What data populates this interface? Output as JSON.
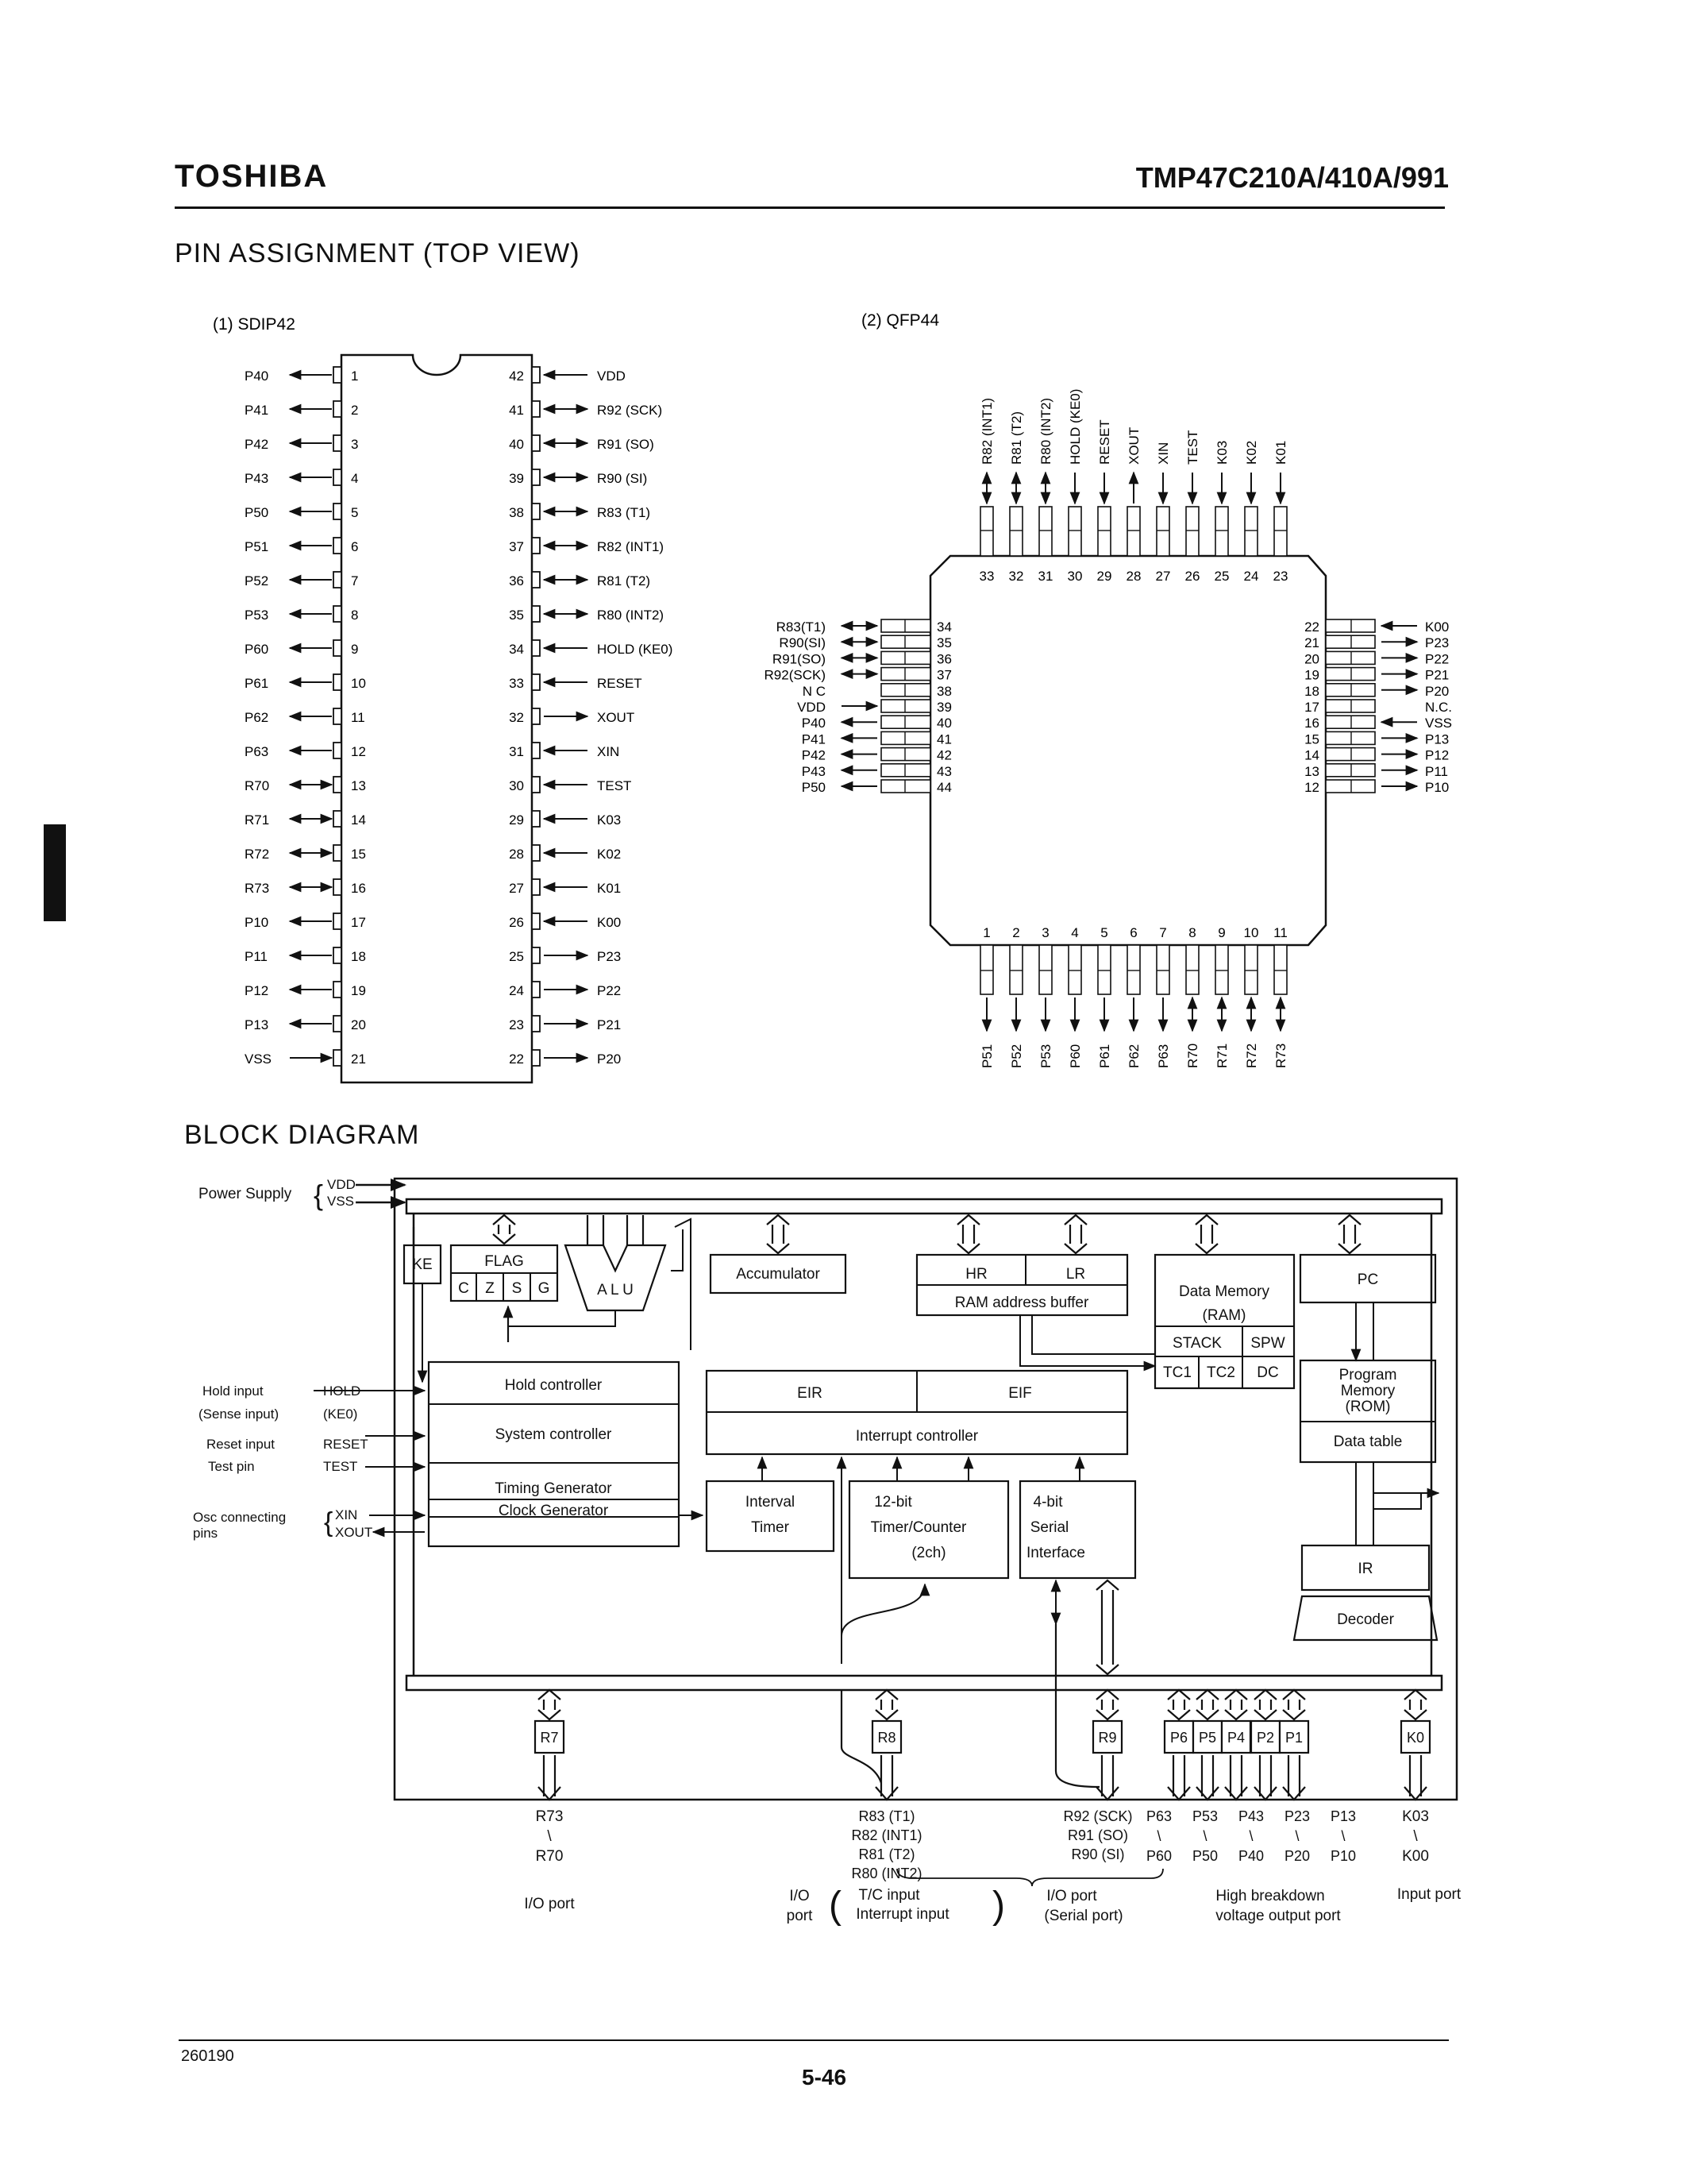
{
  "header": {
    "brand": "TOSHIBA",
    "part_number": "TMP47C210A/410A/991"
  },
  "sections": {
    "pin_assignment": "PIN ASSIGNMENT (TOP VIEW)",
    "block_diagram": "BLOCK DIAGRAM"
  },
  "sdip": {
    "caption": "(1) SDIP42",
    "left": [
      {
        "n": "1",
        "name": "P40",
        "dir": "out"
      },
      {
        "n": "2",
        "name": "P41",
        "dir": "out"
      },
      {
        "n": "3",
        "name": "P42",
        "dir": "out"
      },
      {
        "n": "4",
        "name": "P43",
        "dir": "out"
      },
      {
        "n": "5",
        "name": "P50",
        "dir": "out"
      },
      {
        "n": "6",
        "name": "P51",
        "dir": "out"
      },
      {
        "n": "7",
        "name": "P52",
        "dir": "out"
      },
      {
        "n": "8",
        "name": "P53",
        "dir": "out"
      },
      {
        "n": "9",
        "name": "P60",
        "dir": "out"
      },
      {
        "n": "10",
        "name": "P61",
        "dir": "out"
      },
      {
        "n": "11",
        "name": "P62",
        "dir": "out"
      },
      {
        "n": "12",
        "name": "P63",
        "dir": "out"
      },
      {
        "n": "13",
        "name": "R70",
        "dir": "bi"
      },
      {
        "n": "14",
        "name": "R71",
        "dir": "bi"
      },
      {
        "n": "15",
        "name": "R72",
        "dir": "bi"
      },
      {
        "n": "16",
        "name": "R73",
        "dir": "bi"
      },
      {
        "n": "17",
        "name": "P10",
        "dir": "out"
      },
      {
        "n": "18",
        "name": "P11",
        "dir": "out"
      },
      {
        "n": "19",
        "name": "P12",
        "dir": "out"
      },
      {
        "n": "20",
        "name": "P13",
        "dir": "out"
      },
      {
        "n": "21",
        "name": "VSS",
        "dir": "in"
      }
    ],
    "right": [
      {
        "n": "42",
        "name": "VDD",
        "dir": "in"
      },
      {
        "n": "41",
        "name": "R92 (SCK)",
        "dir": "bi"
      },
      {
        "n": "40",
        "name": "R91 (SO)",
        "dir": "bi"
      },
      {
        "n": "39",
        "name": "R90 (SI)",
        "dir": "bi"
      },
      {
        "n": "38",
        "name": "R83 (T1)",
        "dir": "bi"
      },
      {
        "n": "37",
        "name": "R82 (INT1)",
        "dir": "bi"
      },
      {
        "n": "36",
        "name": "R81 (T2)",
        "dir": "bi"
      },
      {
        "n": "35",
        "name": "R80 (INT2)",
        "dir": "bi"
      },
      {
        "n": "34",
        "name": "HOLD (KE0)",
        "dir": "in"
      },
      {
        "n": "33",
        "name": "RESET",
        "dir": "in"
      },
      {
        "n": "32",
        "name": "XOUT",
        "dir": "out"
      },
      {
        "n": "31",
        "name": "XIN",
        "dir": "in"
      },
      {
        "n": "30",
        "name": "TEST",
        "dir": "in"
      },
      {
        "n": "29",
        "name": "K03",
        "dir": "in"
      },
      {
        "n": "28",
        "name": "K02",
        "dir": "in"
      },
      {
        "n": "27",
        "name": "K01",
        "dir": "in"
      },
      {
        "n": "26",
        "name": "K00",
        "dir": "in"
      },
      {
        "n": "25",
        "name": "P23",
        "dir": "out"
      },
      {
        "n": "24",
        "name": "P22",
        "dir": "out"
      },
      {
        "n": "23",
        "name": "P21",
        "dir": "out"
      },
      {
        "n": "22",
        "name": "P20",
        "dir": "out"
      }
    ]
  },
  "qfp": {
    "caption": "(2) QFP44",
    "left": [
      {
        "n": "34",
        "name": "R83(T1)",
        "dir": "bi"
      },
      {
        "n": "35",
        "name": "R90(SI)",
        "dir": "bi"
      },
      {
        "n": "36",
        "name": "R91(SO)",
        "dir": "bi"
      },
      {
        "n": "37",
        "name": "R92(SCK)",
        "dir": "bi"
      },
      {
        "n": "38",
        "name": "N C",
        "dir": "none"
      },
      {
        "n": "39",
        "name": "VDD",
        "dir": "in"
      },
      {
        "n": "40",
        "name": "P40",
        "dir": "out"
      },
      {
        "n": "41",
        "name": "P41",
        "dir": "out"
      },
      {
        "n": "42",
        "name": "P42",
        "dir": "out"
      },
      {
        "n": "43",
        "name": "P43",
        "dir": "out"
      },
      {
        "n": "44",
        "name": "P50",
        "dir": "out"
      }
    ],
    "right": [
      {
        "n": "22",
        "name": "K00",
        "dir": "in"
      },
      {
        "n": "21",
        "name": "P23",
        "dir": "out"
      },
      {
        "n": "20",
        "name": "P22",
        "dir": "out"
      },
      {
        "n": "19",
        "name": "P21",
        "dir": "out"
      },
      {
        "n": "18",
        "name": "P20",
        "dir": "out"
      },
      {
        "n": "17",
        "name": "N.C.",
        "dir": "none"
      },
      {
        "n": "16",
        "name": "VSS",
        "dir": "in"
      },
      {
        "n": "15",
        "name": "P13",
        "dir": "out"
      },
      {
        "n": "14",
        "name": "P12",
        "dir": "out"
      },
      {
        "n": "13",
        "name": "P11",
        "dir": "out"
      },
      {
        "n": "12",
        "name": "P10",
        "dir": "out"
      }
    ],
    "top": [
      {
        "n": "33",
        "name": "R82 (INT1)",
        "dir": "bi"
      },
      {
        "n": "32",
        "name": "R81 (T2)",
        "dir": "bi"
      },
      {
        "n": "31",
        "name": "R80 (INT2)",
        "dir": "bi"
      },
      {
        "n": "30",
        "name": "HOLD (KE0)",
        "dir": "in"
      },
      {
        "n": "29",
        "name": "RESET",
        "dir": "in"
      },
      {
        "n": "28",
        "name": "XOUT",
        "dir": "out"
      },
      {
        "n": "27",
        "name": "XIN",
        "dir": "in"
      },
      {
        "n": "26",
        "name": "TEST",
        "dir": "in"
      },
      {
        "n": "25",
        "name": "K03",
        "dir": "in"
      },
      {
        "n": "24",
        "name": "K02",
        "dir": "in"
      },
      {
        "n": "23",
        "name": "K01",
        "dir": "in"
      }
    ],
    "bottom": [
      {
        "n": "1",
        "name": "P51",
        "dir": "out"
      },
      {
        "n": "2",
        "name": "P52",
        "dir": "out"
      },
      {
        "n": "3",
        "name": "P53",
        "dir": "out"
      },
      {
        "n": "4",
        "name": "P60",
        "dir": "out"
      },
      {
        "n": "5",
        "name": "P61",
        "dir": "out"
      },
      {
        "n": "6",
        "name": "P62",
        "dir": "out"
      },
      {
        "n": "7",
        "name": "P63",
        "dir": "out"
      },
      {
        "n": "8",
        "name": "R70",
        "dir": "bi"
      },
      {
        "n": "9",
        "name": "R71",
        "dir": "bi"
      },
      {
        "n": "10",
        "name": "R72",
        "dir": "bi"
      },
      {
        "n": "11",
        "name": "R73",
        "dir": "bi"
      }
    ]
  },
  "block": {
    "power_supply": "Power Supply",
    "vdd": "VDD",
    "vss": "VSS",
    "ke": "KE",
    "flag": "FLAG",
    "z": "Z",
    "s": "S",
    "g": "G",
    "alu": "A L U",
    "accumulator": "Accumulator",
    "hr": "HR",
    "lr": "LR",
    "ram_addr": "RAM address buffer",
    "data_memory": "Data Memory",
    "ram": "(RAM)",
    "stack": "STACK",
    "spw": "SPW",
    "tc1": "TC1",
    "tc2": "TC2",
    "dc": "DC",
    "pc": "PC",
    "program_memory": "Program",
    "program_memory2": "Memory",
    "rom": "(ROM)",
    "data_table": "Data table",
    "hold_input": "Hold input",
    "hold_sig": "HOLD",
    "sense_input": "(Sense input)",
    "sense_sig": "(KE0)",
    "reset_input": "Reset input",
    "reset_sig": "RESET",
    "test_pin": "Test pin",
    "test_sig": "TEST",
    "osc_pins": "Osc connecting",
    "osc_pins2": "pins",
    "xin": "XIN",
    "xout": "XOUT",
    "hold_ctrl": "Hold controller",
    "sys_ctrl": "System controller",
    "timing_gen": "Timing Generator",
    "clock_gen": "Clock Generator",
    "eir": "EIR",
    "eif": "EIF",
    "int_ctrl": "Interrupt controller",
    "interval": "Interval",
    "timer": "Timer",
    "tc_12": "12-bit",
    "tc_name": "Timer/Counter",
    "tc_ch": "(2ch)",
    "sio_4": "4-bit",
    "sio_serial": "Serial",
    "sio_if": "Interface",
    "ir": "IR",
    "decoder": "Decoder",
    "ports": [
      "R7",
      "R8",
      "R9",
      "P6",
      "P5",
      "P4",
      "P2",
      "P1",
      "K0"
    ],
    "r7_top": "R73",
    "r7_bot": "R70",
    "tilde": "\\",
    "r8_lines": [
      "R83 (T1)",
      "R82 (INT1)",
      "R81 (T2)",
      "R80 (INT2)"
    ],
    "r9_lines": [
      "R92 (SCK)",
      "R91 (SO)",
      "R90 (SI)"
    ],
    "p_top": [
      "P63",
      "P53",
      "P43",
      "P23",
      "P13"
    ],
    "p_bot": [
      "P60",
      "P50",
      "P40",
      "P20",
      "P10"
    ],
    "k_top": "K03",
    "k_bot": "K00",
    "io_port": "I/O port",
    "io": "I/O",
    "port": "port",
    "tc_input": "T/C input",
    "int_input": "Interrupt input",
    "io_port2": "I/O port",
    "serial_port": "(Serial port)",
    "high_bd": "High breakdown",
    "high_bd2": "voltage output port",
    "input_port": "Input port"
  },
  "footer": {
    "doc_number": "260190",
    "page_number": "5-46"
  }
}
